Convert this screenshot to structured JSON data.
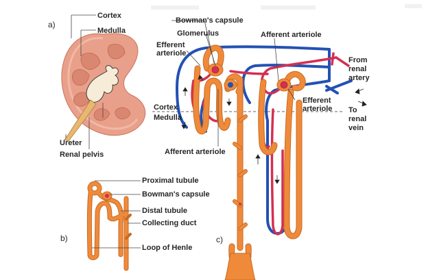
{
  "panels": {
    "a": "a)",
    "b": "b)",
    "c": "c)"
  },
  "kidney_labels": {
    "cortex": "Cortex",
    "medulla": "Medulla",
    "ureter": "Ureter",
    "renal_pelvis": "Renal pelvis"
  },
  "nephron_b_labels": {
    "proximal_tubule": "Proximal tubule",
    "bowmans_capsule": "Bowman's capsule",
    "distal_tubule": "Distal tubule",
    "collecting_duct": "Collecting duct",
    "loop_of_henle": "Loop of Henle"
  },
  "nephron_c_labels": {
    "bowmans_capsule": "Bowman's capsule",
    "glomerulus": "Glomerulus",
    "efferent_arteriole_left_1": "Efferent",
    "efferent_arteriole_left_2": "arteriole",
    "afferent_arteriole_top": "Afferent arteriole",
    "from_renal_artery_1": "From",
    "from_renal_artery_2": "renal",
    "from_renal_artery_3": "artery",
    "efferent_arteriole_right_1": "Efferent",
    "efferent_arteriole_right_2": "arteriole",
    "to_renal_vein_1": "To",
    "to_renal_vein_2": "renal",
    "to_renal_vein_3": "vein",
    "cortex": "Cortex",
    "medulla": "Medulla",
    "afferent_arteriole_bottom": "Afferent arteriole"
  },
  "colors": {
    "kidney_outer": "#e9a08a",
    "kidney_inner": "#d98770",
    "tubule": "#ef8a3b",
    "tubule_dark": "#c96a22",
    "artery": "#d42f52",
    "vein": "#2351b4",
    "text": "#262626"
  }
}
